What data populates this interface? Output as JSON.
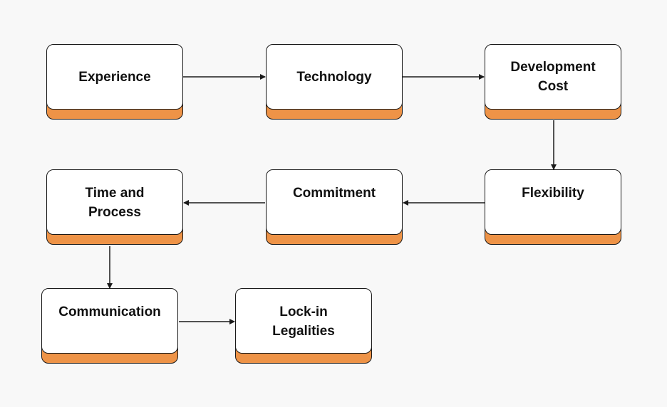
{
  "diagram": {
    "colors": {
      "background": "#f8f8f8",
      "card": "#ffffff",
      "accent": "#ee9347",
      "border": "#1a1a1a"
    },
    "nodes": {
      "experience": "Experience",
      "technology": "Technology",
      "development_cost": "Development Cost",
      "flexibility": "Flexibility",
      "commitment": "Commitment",
      "time_process": "Time and Process",
      "communication": "Communication",
      "lockin": "Lock-in Legalities"
    },
    "edges": [
      [
        "experience",
        "technology"
      ],
      [
        "technology",
        "development_cost"
      ],
      [
        "development_cost",
        "flexibility"
      ],
      [
        "flexibility",
        "commitment"
      ],
      [
        "commitment",
        "time_process"
      ],
      [
        "time_process",
        "communication"
      ],
      [
        "communication",
        "lockin"
      ]
    ]
  }
}
